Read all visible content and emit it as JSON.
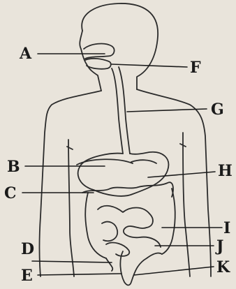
{
  "diagram": {
    "labels": {
      "a": "A",
      "b": "B",
      "c": "C",
      "d": "D",
      "e": "E",
      "f": "F",
      "g": "G",
      "h": "H",
      "i": "I",
      "j": "J",
      "k": "K"
    }
  },
  "colors": {
    "background": "#e9e4db",
    "ink": "#1a1a1a",
    "outline": "#2b2b2b"
  }
}
